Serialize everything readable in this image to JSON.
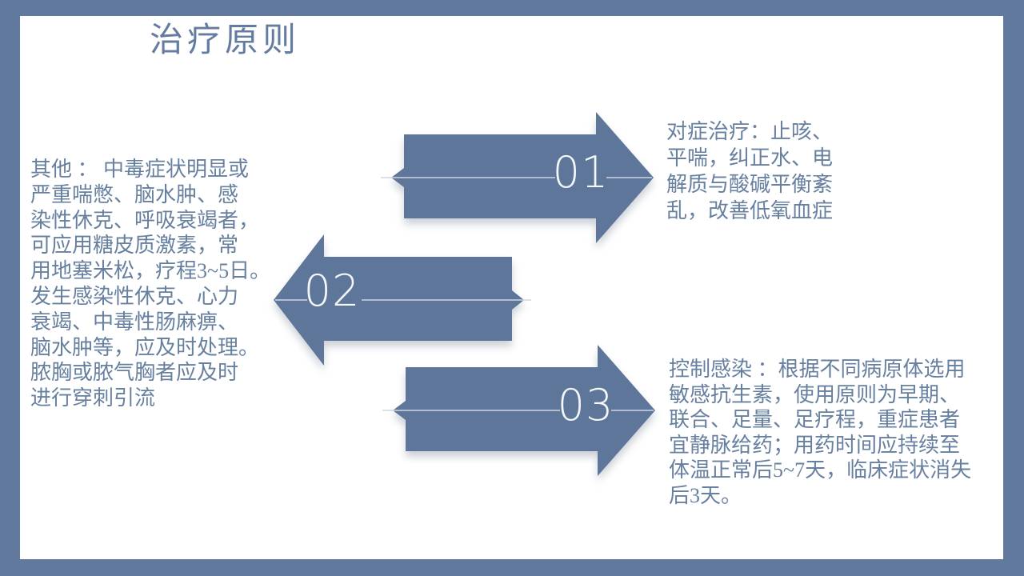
{
  "slide": {
    "title": "治疗原则",
    "steps": [
      {
        "number": "01",
        "text": "对症治疗：止咳、\n平喘，纠正水、电\n解质与酸碱平衡紊\n乱，改善低氧血症"
      },
      {
        "number": "02",
        "text": "其他 ： 中毒症状明显或\n严重喘憋、脑水肿、感\n染性休克、呼吸衰竭者，\n可应用糖皮质激素，常\n用地塞米松，疗程3~5日。\n发生感染性休克、心力\n衰竭、中毒性肠麻痹、\n脑水肿等，应及时处理。\n脓胸或脓气胸者应及时\n进行穿刺引流"
      },
      {
        "number": "03",
        "text": "控制感染 ：根据不同病原体选用\n敏感抗生素，使用原则为早期、\n联合、足量、足疗程，重症患者\n宜静脉给药；用药时间应持续至\n体温正常后5~7天，临床症状消失\n后3天。"
      }
    ],
    "colors": {
      "frame": "#61799C",
      "arrow": "#5D7699",
      "title_text": "#647CA0",
      "body_text": "#67809F",
      "number_text": "#F3F6FA",
      "divider_line": "#CBD5E1"
    }
  }
}
